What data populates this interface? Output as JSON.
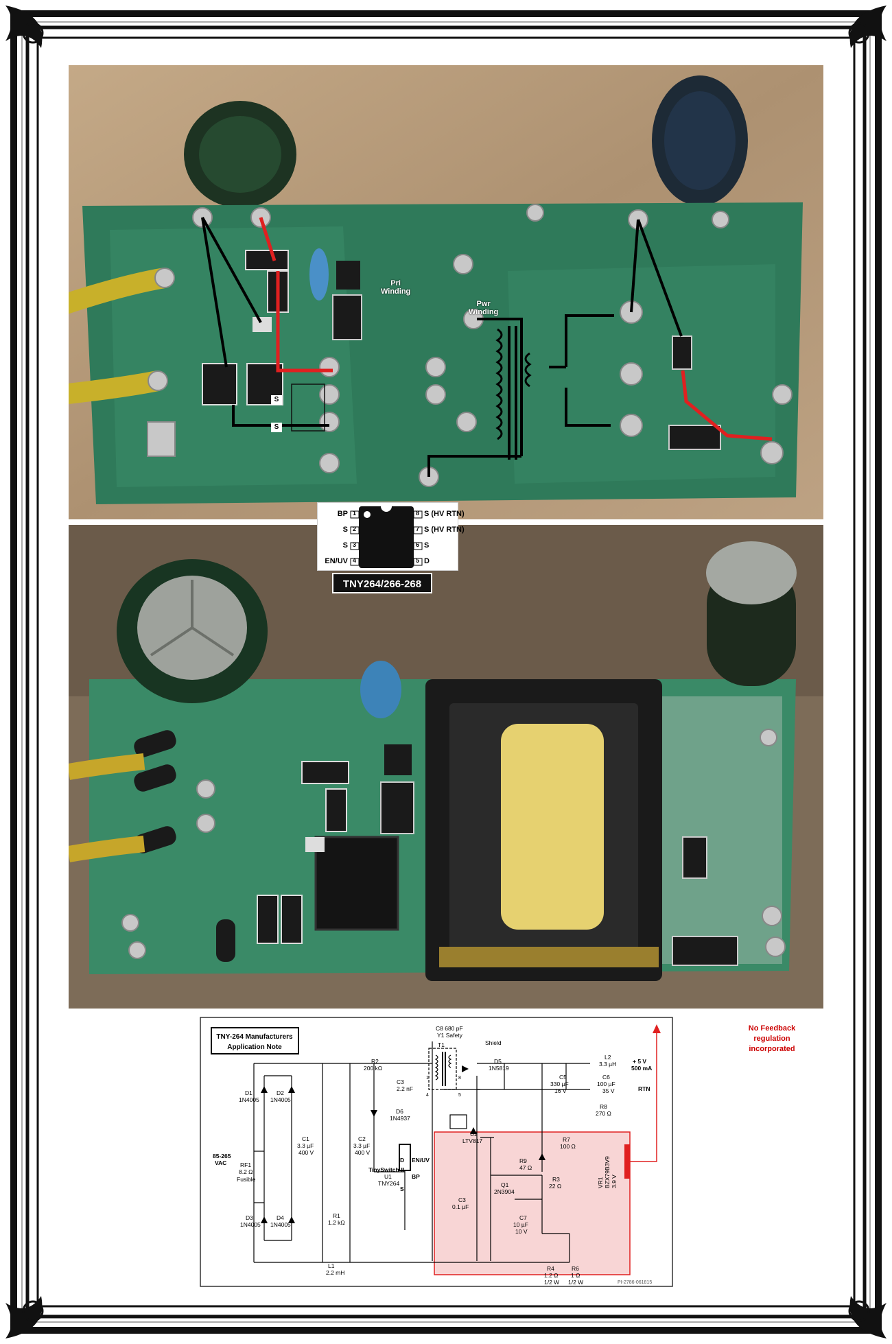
{
  "photo_top_labels": {
    "pri_winding": [
      "Pri",
      "Winding"
    ],
    "pwr_winding": [
      "Pwr",
      "Winding"
    ],
    "s_marker": "S"
  },
  "ic_pinout": {
    "left_pins": [
      "BP",
      "S",
      "S",
      "EN/UV"
    ],
    "left_nums": [
      "1",
      "2",
      "3",
      "4"
    ],
    "right_nums": [
      "8",
      "7",
      "6",
      "5"
    ],
    "right_pins": [
      "S (HV RTN)",
      "S (HV RTN)",
      "S",
      "D"
    ],
    "part_name": "TNY264/266-268"
  },
  "feedback_note": [
    "No Feedback",
    "regulation",
    "incorporated"
  ],
  "schematic": {
    "title": [
      "TNY-264 Manufacturers",
      "Application  Note"
    ],
    "components": {
      "c8": [
        "C8 680 pF",
        "Y1 Safety"
      ],
      "shield": "Shield",
      "t1": "T1",
      "r2": [
        "R2",
        "200 kΩ"
      ],
      "c3a": [
        "C3",
        "2.2 nF"
      ],
      "d5": [
        "D5",
        "1N5819"
      ],
      "l2": [
        "L2",
        "3.3 µH"
      ],
      "out_v": [
        "+ 5 V",
        "500 mA"
      ],
      "rtn": "RTN",
      "c5": [
        "C5",
        "330 µF",
        "16 V"
      ],
      "c6": [
        "C6",
        "100 µF",
        "35 V"
      ],
      "d1": [
        "D1",
        "1N4005"
      ],
      "d2": [
        "D2",
        "1N4005"
      ],
      "d6": [
        "D6",
        "1N4937"
      ],
      "r8": [
        "R8",
        "270 Ω"
      ],
      "in_v": [
        "85-265",
        "VAC"
      ],
      "rf1": [
        "RF1",
        "8.2 Ω",
        "Fusible"
      ],
      "c1": [
        "C1",
        "3.3 µF",
        "400 V"
      ],
      "c2": [
        "C2",
        "3.3 µF",
        "400 V"
      ],
      "u2": [
        "U2",
        "LTV817"
      ],
      "r7": [
        "R7",
        "100 Ω"
      ],
      "r9": [
        "R9",
        "47 Ω"
      ],
      "u1": [
        "TinySwitch-II",
        "U1",
        "TNY264"
      ],
      "en_uv": "EN/UV",
      "d_pin": "D",
      "bp_pin": "BP",
      "s_pin": "S",
      "q1": [
        "Q1",
        "2N3904"
      ],
      "r3": [
        "R3",
        "22 Ω"
      ],
      "vr1": [
        "VR1",
        "BZX79B3V9",
        "3.9 V"
      ],
      "c3b": [
        "C3",
        "0.1 µF"
      ],
      "r1": [
        "R1",
        "1.2 kΩ"
      ],
      "d3": [
        "D3",
        "1N4005"
      ],
      "d4": [
        "D4",
        "1N4005"
      ],
      "c7": [
        "C7",
        "10 µF",
        "10 V"
      ],
      "l1": [
        "L1",
        "2.2 mH"
      ],
      "r4": [
        "R4",
        "1.2 Ω",
        "1/2 W"
      ],
      "r6": [
        "R6",
        "1 Ω",
        "1/2 W"
      ],
      "t_pin1": "1",
      "t_pin8": "8",
      "t_pin4": "4",
      "t_pin5": "5",
      "doc_id": "PI-2786-061815"
    }
  },
  "colors": {
    "pcb_green": "#2f7a5a",
    "highlight_red": "#e02020",
    "highlight_fill": "#f8d5d5",
    "frame": "#111111"
  }
}
